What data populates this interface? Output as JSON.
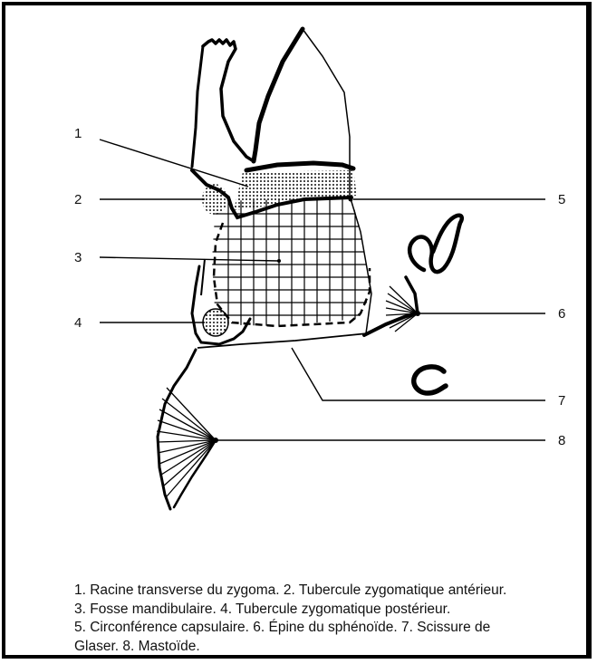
{
  "figure": {
    "callouts": [
      {
        "num": "1",
        "name": "Racine transverse du zygoma"
      },
      {
        "num": "2",
        "name": "Tubercule zygomatique antérieur"
      },
      {
        "num": "3",
        "name": "Fosse mandibulaire"
      },
      {
        "num": "4",
        "name": "Tubercule zygomatique postérieur"
      },
      {
        "num": "5",
        "name": "Circonférence capsulaire"
      },
      {
        "num": "6",
        "name": "Épine du sphénoïde"
      },
      {
        "num": "7",
        "name": "Scissure de Glaser"
      },
      {
        "num": "8",
        "name": "Mastoïde"
      }
    ],
    "caption_lines": [
      "1. Racine transverse du zygoma. 2. Tubercule zygomatique antérieur.",
      "3. Fosse mandibulaire. 4. Tubercule zygomatique postérieur.",
      "5. Circonférence capsulaire. 6. Épine du sphénoïde. 7. Scissure de",
      "Glaser. 8. Mastoïde."
    ]
  }
}
